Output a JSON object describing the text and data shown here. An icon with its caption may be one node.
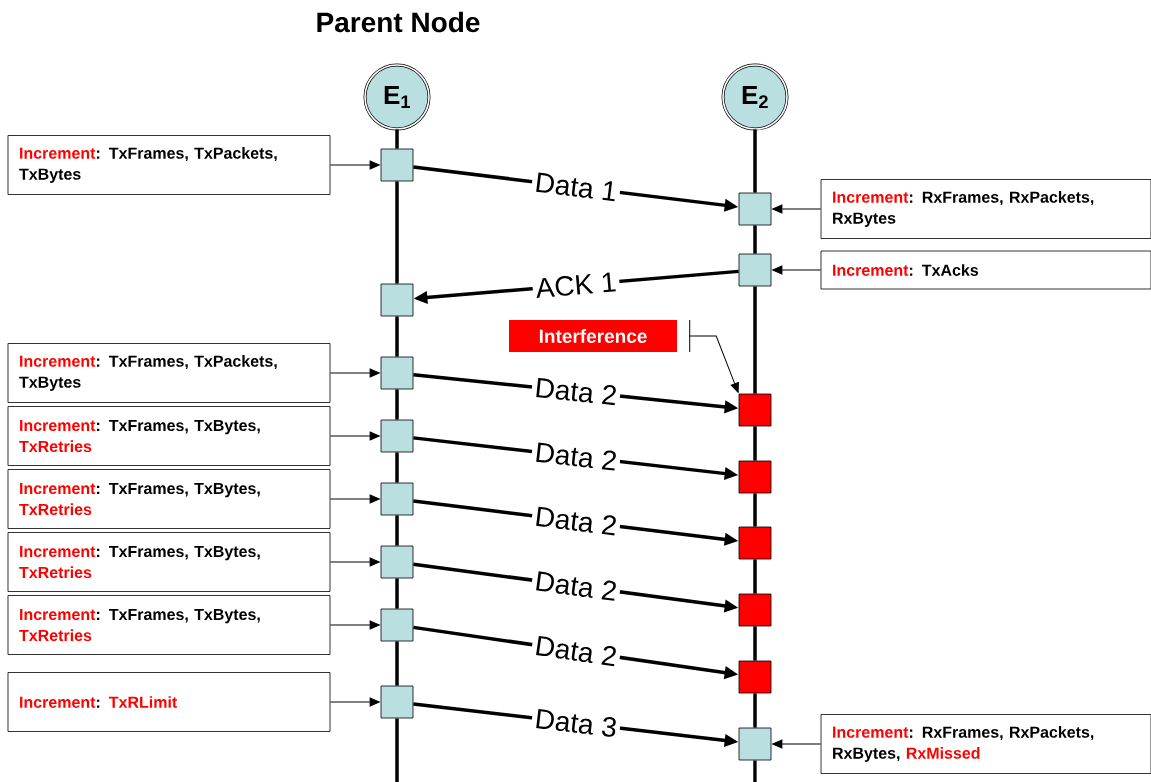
{
  "diagram": {
    "title": "Parent Node",
    "nodes": [
      {
        "text": [
          "E$_{1}$"
        ]
      },
      {
        "text": [
          "E$_{2}$"
        ]
      },
      {
        "text": [],
        "shape": "box"
      },
      {
        "text": [],
        "shape": "box"
      },
      {
        "text": [],
        "shape": "box"
      },
      {
        "text": [],
        "shape": "box"
      },
      {
        "text": [],
        "shape": "box"
      },
      {
        "text": [],
        "shape": "box"
      },
      {
        "text": [],
        "shape": "box"
      },
      {
        "text": [],
        "shape": "box"
      },
      {
        "text": [],
        "shape": "box"
      },
      {
        "text": [],
        "shape": "box"
      },
      {
        "text": [],
        "shape": "box"
      },
      {
        "text": [],
        "shape": "box"
      },
      {
        "text": [],
        "shape": "box"
      },
      {
        "text": [],
        "shape": "box"
      },
      {
        "text": [],
        "shape": "box"
      },
      {
        "text": [],
        "shape": "box"
      },
      {
        "text": [
          "Increment",
          ": TxFrames, TxPackets, TxBytes"
        ]
      },
      {
        "text": [
          "Increment",
          ": TxFrames, TxPackets, TxBytes"
        ]
      },
      {
        "text": [
          "Increment",
          ": TxFrames, TxBytes,",
          "TxRetries"
        ]
      },
      {
        "text": [
          "Increment",
          ": TxFrames, TxBytes,",
          "TxRetries"
        ]
      },
      {
        "text": [
          "Increment",
          ": TxFrames, TxBytes,",
          "TxRetries"
        ]
      },
      {
        "text": [
          "Increment",
          ": TxFrames, TxBytes,",
          "TxRetries"
        ]
      },
      {
        "text": [
          "Increment",
          ":",
          "TxRLimit"
        ]
      },
      {
        "text": [
          "Increment",
          ": RxFrames, RxPackets, RxBytes"
        ]
      },
      {
        "text": [
          "Increment",
          ": TxAcks"
        ]
      },
      {
        "text": [
          "Increment",
          ": RxFrames, RxPackets, RxBytes,",
          "RxMissed"
        ]
      },
      {
        "text": [
          "Interference"
        ]
      }
    ],
    "edges": [
      {
        "from": 0,
        "to": 2,
        "arrow": "none"
      },
      {
        "from": 2,
        "to": 3,
        "arrow": "none"
      },
      {
        "from": 3,
        "to": 4,
        "arrow": "none"
      },
      {
        "from": 4,
        "to": 5,
        "arrow": "none"
      },
      {
        "from": 5,
        "to": 6,
        "arrow": "none"
      },
      {
        "from": 6,
        "to": 7,
        "arrow": "none"
      },
      {
        "from": 7,
        "to": 8,
        "arrow": "none"
      },
      {
        "from": 8,
        "to": 9,
        "arrow": "none"
      },
      {
        "from": 9,
        "to": null,
        "arrow": "none"
      },
      {
        "from": 1,
        "to": 10,
        "arrow": "none"
      },
      {
        "from": 10,
        "to": 11,
        "arrow": "none"
      },
      {
        "from": 11,
        "to": 12,
        "arrow": "none"
      },
      {
        "from": 12,
        "to": 13,
        "arrow": "none"
      },
      {
        "from": 13,
        "to": 14,
        "arrow": "none"
      },
      {
        "from": 14,
        "to": 15,
        "arrow": "none"
      },
      {
        "from": 15,
        "to": 16,
        "arrow": "none"
      },
      {
        "from": 16,
        "to": 17,
        "arrow": "none"
      },
      {
        "from": 17,
        "to": null,
        "arrow": "none"
      },
      {
        "from": 2,
        "to": 10,
        "arrow": "to",
        "label": "Data 1"
      },
      {
        "from": 11,
        "to": 3,
        "arrow": "to",
        "label": "ACK 1"
      },
      {
        "from": 4,
        "to": 12,
        "arrow": "to",
        "label": "Data 2"
      },
      {
        "from": 5,
        "to": 13,
        "arrow": "to",
        "label": "Data 2"
      },
      {
        "from": 6,
        "to": 14,
        "arrow": "to",
        "label": "Data 2"
      },
      {
        "from": 7,
        "to": 15,
        "arrow": "to",
        "label": "Data 2"
      },
      {
        "from": 8,
        "to": 16,
        "arrow": "to",
        "label": "Data 2"
      },
      {
        "from": 9,
        "to": 17,
        "arrow": "to",
        "label": "Data 3"
      },
      {
        "from": 18,
        "to": 2,
        "arrow": "to"
      },
      {
        "from": 19,
        "to": 4,
        "arrow": "to"
      },
      {
        "from": 20,
        "to": 5,
        "arrow": "to"
      },
      {
        "from": 21,
        "to": 6,
        "arrow": "to"
      },
      {
        "from": 22,
        "to": 7,
        "arrow": "to"
      },
      {
        "from": 23,
        "to": 8,
        "arrow": "to"
      },
      {
        "from": 24,
        "to": 9,
        "arrow": "to"
      },
      {
        "from": 25,
        "to": 10,
        "arrow": "to"
      },
      {
        "from": 26,
        "to": 11,
        "arrow": "to"
      },
      {
        "from": 27,
        "to": 17,
        "arrow": "to"
      },
      {
        "from": 28,
        "to": 12,
        "arrow": "to"
      }
    ]
  }
}
